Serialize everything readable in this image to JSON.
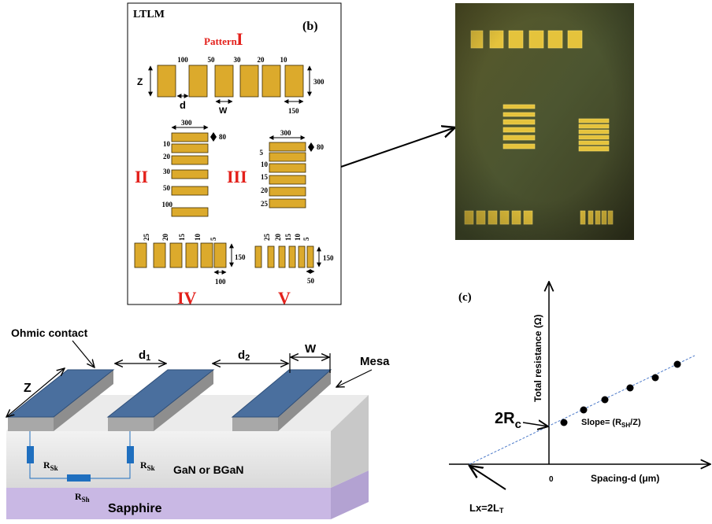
{
  "panel_b": {
    "title": "LTLM",
    "label": "(b)",
    "pattern_word": "Pattern ",
    "pattern_numeral": "I",
    "p1": {
      "spacings": [
        "100",
        "50",
        "30",
        "20",
        "10"
      ],
      "z": "Z",
      "d": "d",
      "w": "W",
      "height": "300",
      "width": "150"
    },
    "p2": {
      "numeral": "II",
      "width": "300",
      "thickness": "80",
      "spacings": [
        "10",
        "20",
        "30",
        "50",
        "100"
      ]
    },
    "p3": {
      "numeral": "III",
      "width": "300",
      "thickness": "80",
      "spacings": [
        "5",
        "10",
        "15",
        "20",
        "25"
      ]
    },
    "p4": {
      "numeral": "IV",
      "spacings": [
        "25",
        "20",
        "15",
        "10",
        "5"
      ],
      "height": "150",
      "width": "100"
    },
    "p5": {
      "numeral": "V",
      "spacings": [
        "25",
        "20",
        "15",
        "10",
        "5"
      ],
      "height": "150",
      "width": "50"
    }
  },
  "panel_c": {
    "label": "(c)",
    "ylabel": "Total resistance (Ω)",
    "xlabel": "Spacing-d (μm)",
    "origin": "0",
    "intercept_main": "2R",
    "intercept_sub": "c",
    "slope_main": "Slope= (R",
    "slope_sub": "SH",
    "slope_tail": "/Z)",
    "lx_main": "Lx=2L",
    "lx_sub": "T"
  },
  "panel_a": {
    "ohmic_contact": "Ohmic contact",
    "d1_main": "d",
    "d1_sub": "1",
    "d2_main": "d",
    "d2_sub": "2",
    "w": "W",
    "z": "Z",
    "mesa": "Mesa",
    "rsk_main": "R",
    "rsk_sub": "Sk",
    "rsh_main": "R",
    "rsh_sub": "Sh",
    "gan": "GaN or BGaN",
    "sapphire": "Sapphire"
  },
  "colors": {
    "pad": "#dcaa2c",
    "red_label": "#e3201b",
    "contact_top": "#4a6f9e",
    "resistor": "#1f6fbf",
    "sapphire": "#c9b8e4"
  }
}
